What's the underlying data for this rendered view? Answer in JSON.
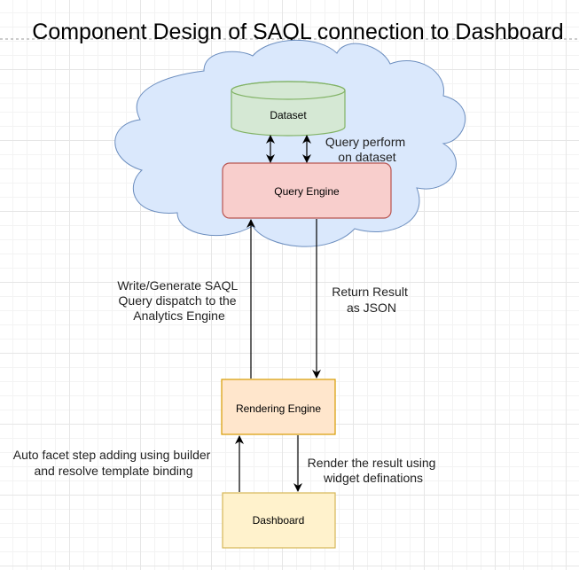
{
  "title": "Component Design of SAQL connection to Dashboard",
  "colors": {
    "cloud_fill": "#dae8fc",
    "cloud_stroke": "#6c8ebf",
    "dataset_fill": "#d5e8d4",
    "dataset_stroke": "#82b366",
    "query_engine_fill": "#f8cecc",
    "query_engine_stroke": "#b85450",
    "rendering_engine_fill": "#ffe6cc",
    "rendering_engine_stroke": "#d79b00",
    "dashboard_fill": "#fff2cc",
    "dashboard_stroke": "#d6b656"
  },
  "nodes": {
    "dataset": "Dataset",
    "query_engine": "Query Engine",
    "rendering_engine": "Rendering Engine",
    "dashboard": "Dashboard"
  },
  "edge_labels": {
    "query_perform": [
      "Query perform",
      "on dataset"
    ],
    "write_generate": [
      "Write/Generate SAQL",
      "Query dispatch to the",
      "Analytics Engine"
    ],
    "return_result": [
      "Return Result",
      "as JSON"
    ],
    "auto_facet": [
      "Auto facet step adding using builder",
      "and resolve template binding"
    ],
    "render_result": [
      "Render the result using",
      "widget definations"
    ]
  }
}
